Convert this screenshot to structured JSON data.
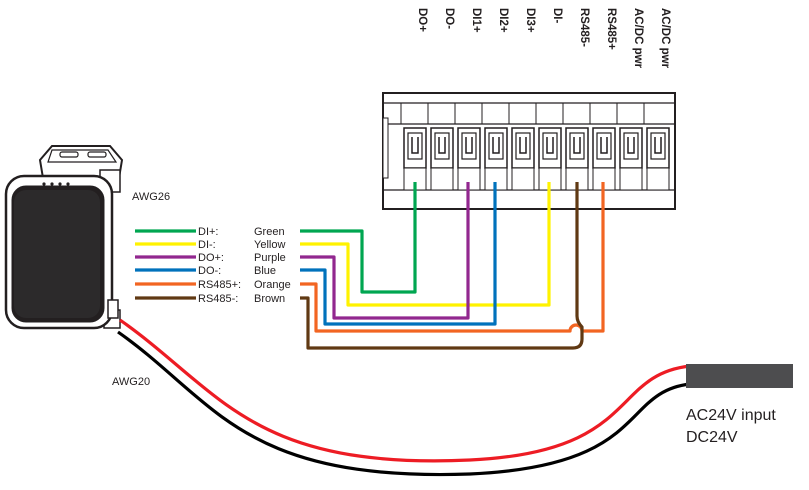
{
  "terminal_pins": [
    "DO+",
    "DO-",
    "DI1+",
    "DI2+",
    "DI3+",
    "DI-",
    "RS485-",
    "RS485+",
    "AC/DC pwr",
    "AC/DC pwr"
  ],
  "awg_signal": "AWG26",
  "awg_power": "AWG20",
  "wires": [
    {
      "signal": "DI+:",
      "color_name": "Green",
      "color": "#00a651"
    },
    {
      "signal": "DI-:",
      "color_name": "Yellow",
      "color": "#fff200"
    },
    {
      "signal": "DO+:",
      "color_name": "Purple",
      "color": "#92278f"
    },
    {
      "signal": "DO-:",
      "color_name": "Blue",
      "color": "#0072bc"
    },
    {
      "signal": "RS485+:",
      "color_name": "Orange",
      "color": "#f26522"
    },
    {
      "signal": "RS485-:",
      "color_name": "Brown",
      "color": "#603913"
    }
  ],
  "power": {
    "line1": "AC24V input",
    "line2": "DC24V",
    "wire_colors": [
      "#ed1c24",
      "#000000",
      "#ffffff"
    ]
  }
}
